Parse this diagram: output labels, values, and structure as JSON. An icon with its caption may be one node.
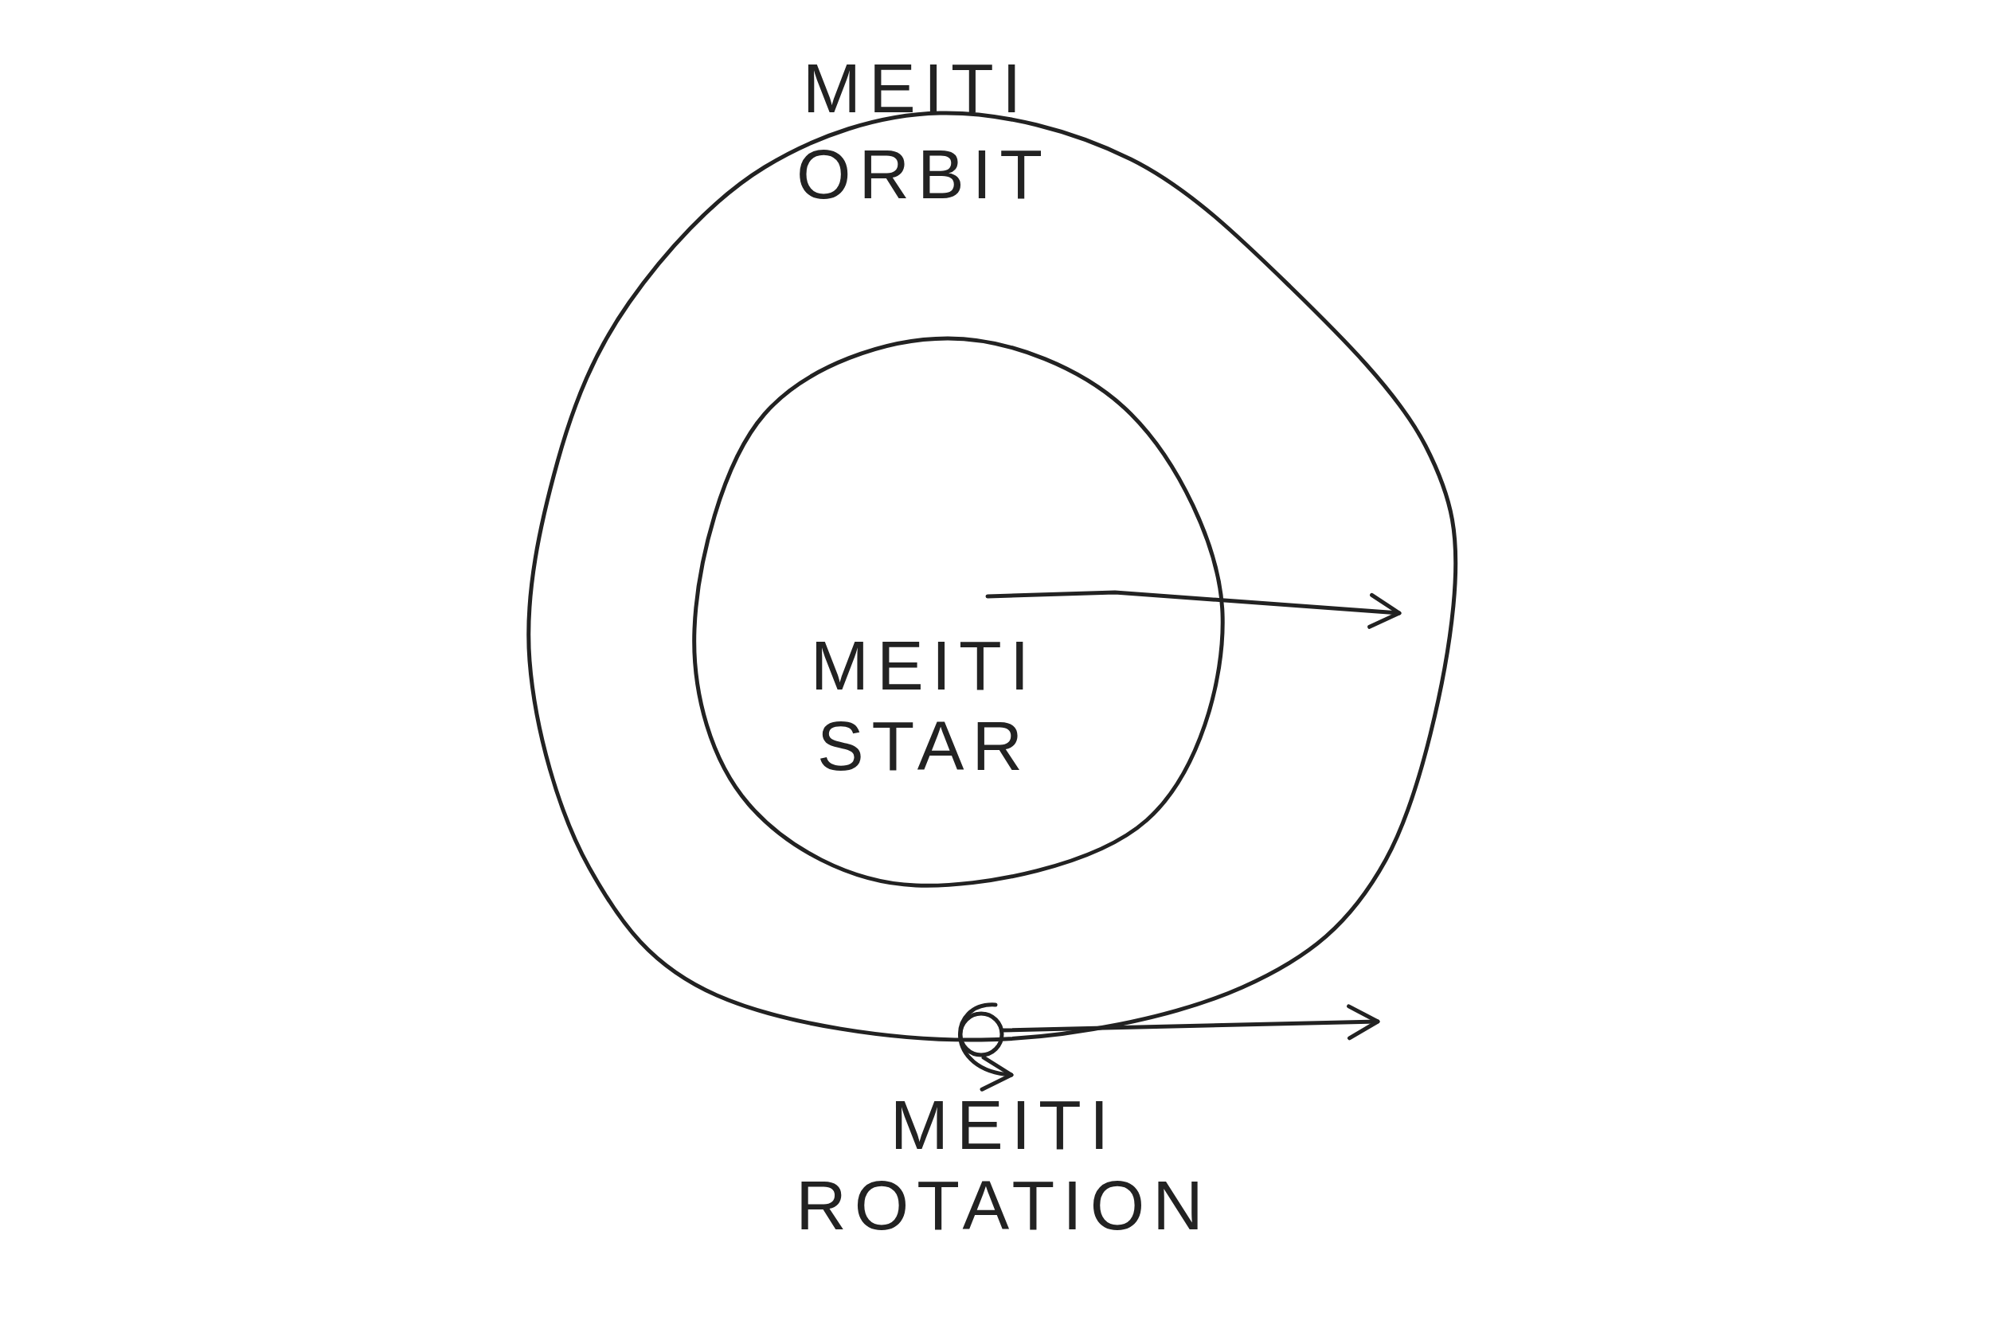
{
  "diagram": {
    "nodes": [
      {
        "text": [
          "MEITI",
          "ORBIT"
        ]
      },
      {
        "text": [
          "MEITI STAR"
        ],
        "in": 0
      },
      {
        "text": [
          "MEITI ROTATION"
        ]
      }
    ]
  }
}
